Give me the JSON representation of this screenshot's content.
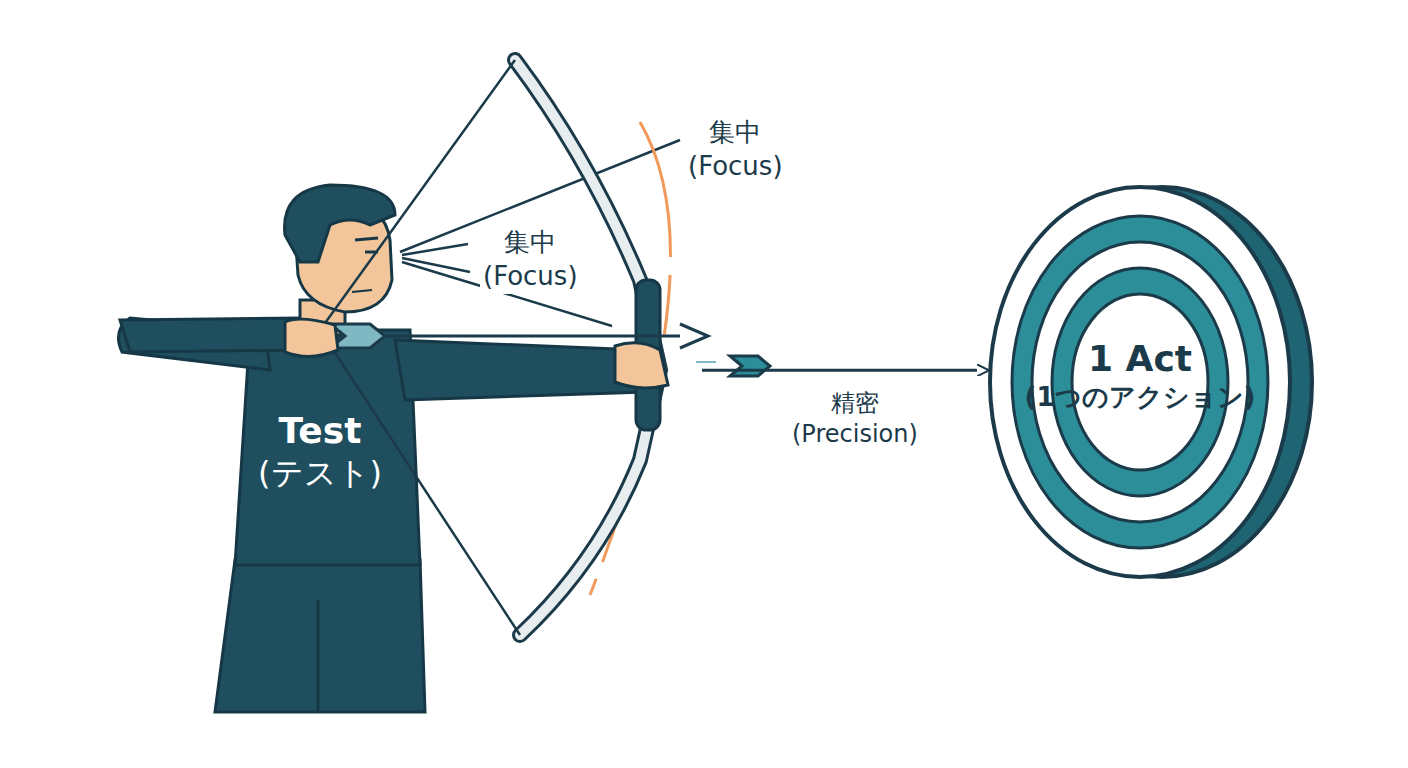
{
  "diagram": {
    "nodes": [
      {
        "text": [
          "Test",
          "(テスト)"
        ]
      },
      {
        "text": [
          "1 Act",
          "(1つのアクション)"
        ]
      }
    ],
    "edges": [
      {
        "from": 0,
        "to": 1,
        "arrow": "to",
        "label": "精密 (Precision)"
      }
    ],
    "labels": [
      "集中 (Focus)",
      "集中 (Focus)"
    ]
  }
}
